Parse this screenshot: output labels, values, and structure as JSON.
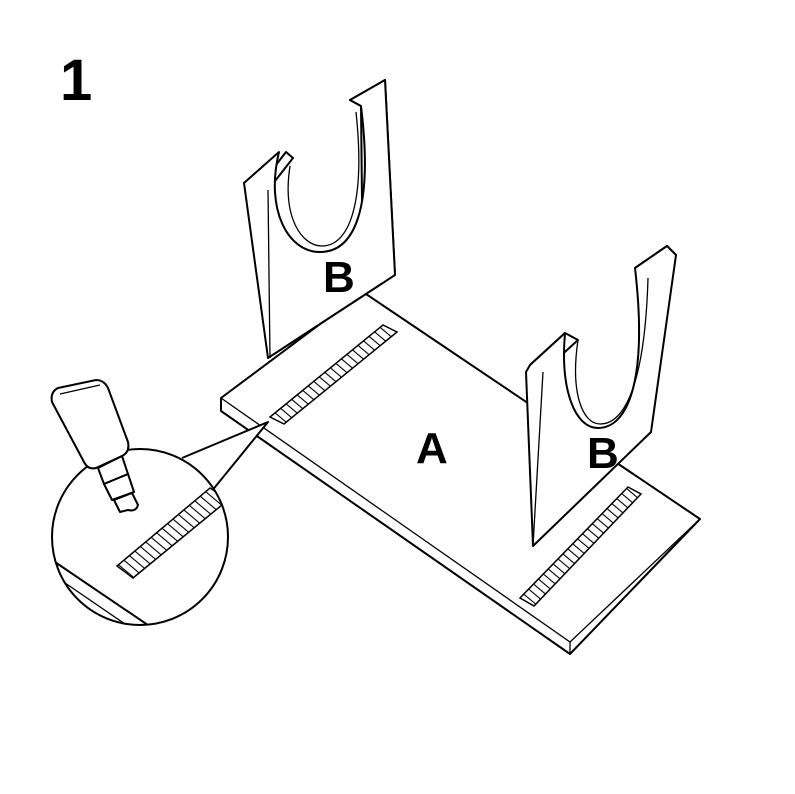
{
  "step_number": "1",
  "parts": {
    "base": "A",
    "support_left": "B",
    "support_right": "B"
  },
  "icons": [
    "glue-bottle-icon"
  ],
  "colors": {
    "line": "#000000",
    "background": "#ffffff"
  }
}
